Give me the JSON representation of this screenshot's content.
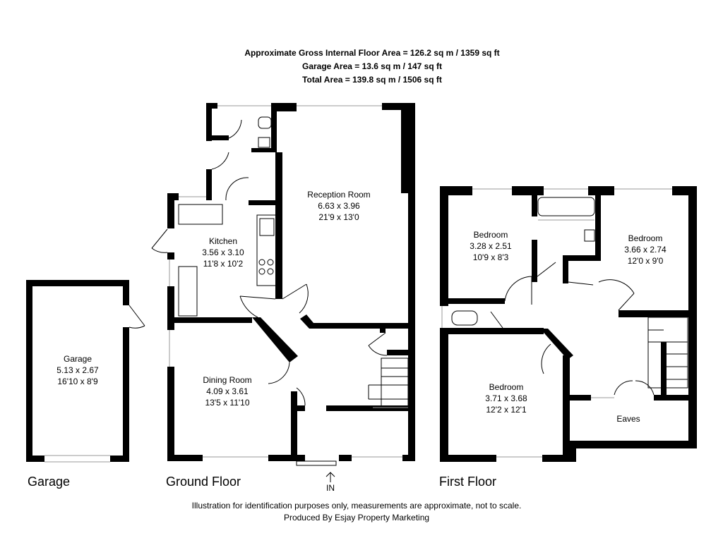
{
  "header": {
    "gross_internal": "Approximate Gross Internal Floor Area = 126.2 sq m / 1359 sq ft",
    "garage_area": "Garage Area = 13.6 sq m / 147 sq ft",
    "total_area": "Total Area = 139.8 sq m / 1506 sq ft"
  },
  "rooms": {
    "reception": {
      "name": "Reception Room",
      "metric": "6.63 x 3.96",
      "imperial": "21'9 x 13'0"
    },
    "kitchen": {
      "name": "Kitchen",
      "metric": "3.56 x 3.10",
      "imperial": "11'8 x 10'2"
    },
    "dining": {
      "name": "Dining Room",
      "metric": "4.09 x 3.61",
      "imperial": "13'5 x 11'10"
    },
    "garage": {
      "name": "Garage",
      "metric": "5.13 x 2.67",
      "imperial": "16'10 x 8'9"
    },
    "bedroom1": {
      "name": "Bedroom",
      "metric": "3.28 x 2.51",
      "imperial": "10'9 x 8'3"
    },
    "bedroom2": {
      "name": "Bedroom",
      "metric": "3.66 x 2.74",
      "imperial": "12'0 x 9'0"
    },
    "bedroom3": {
      "name": "Bedroom",
      "metric": "3.71 x 3.68",
      "imperial": "12'2 x 12'1"
    },
    "eaves": {
      "name": "Eaves"
    }
  },
  "entrance": {
    "label": "IN"
  },
  "floors": {
    "garage": "Garage",
    "ground": "Ground Floor",
    "first": "First Floor"
  },
  "footer": {
    "disclaimer": "Illustration for identification purposes only, measurements are approximate, not to scale.",
    "producer": "Produced By Esjay Property Marketing"
  }
}
